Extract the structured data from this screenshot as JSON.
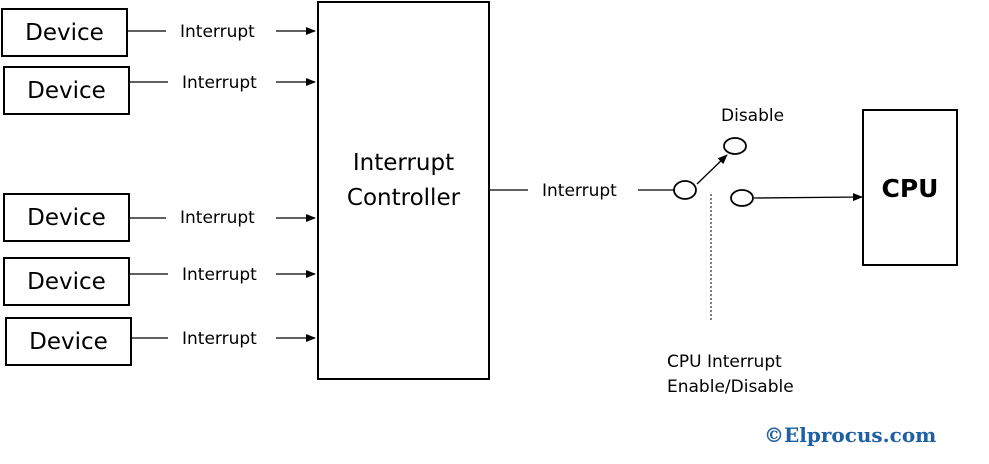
{
  "devices": [
    {
      "label": "Device",
      "signal": "Interrupt"
    },
    {
      "label": "Device",
      "signal": "Interrupt"
    },
    {
      "label": "Device",
      "signal": "Interrupt"
    },
    {
      "label": "Device",
      "signal": "Interrupt"
    },
    {
      "label": "Device",
      "signal": "Interrupt"
    }
  ],
  "controller": {
    "line1": "Interrupt",
    "line2": "Controller",
    "output_signal": "Interrupt"
  },
  "switch": {
    "disable_label": "Disable",
    "caption_line1": "CPU Interrupt",
    "caption_line2": "Enable/Disable"
  },
  "cpu": {
    "label": "CPU"
  },
  "watermark": "©Elprocus.com"
}
